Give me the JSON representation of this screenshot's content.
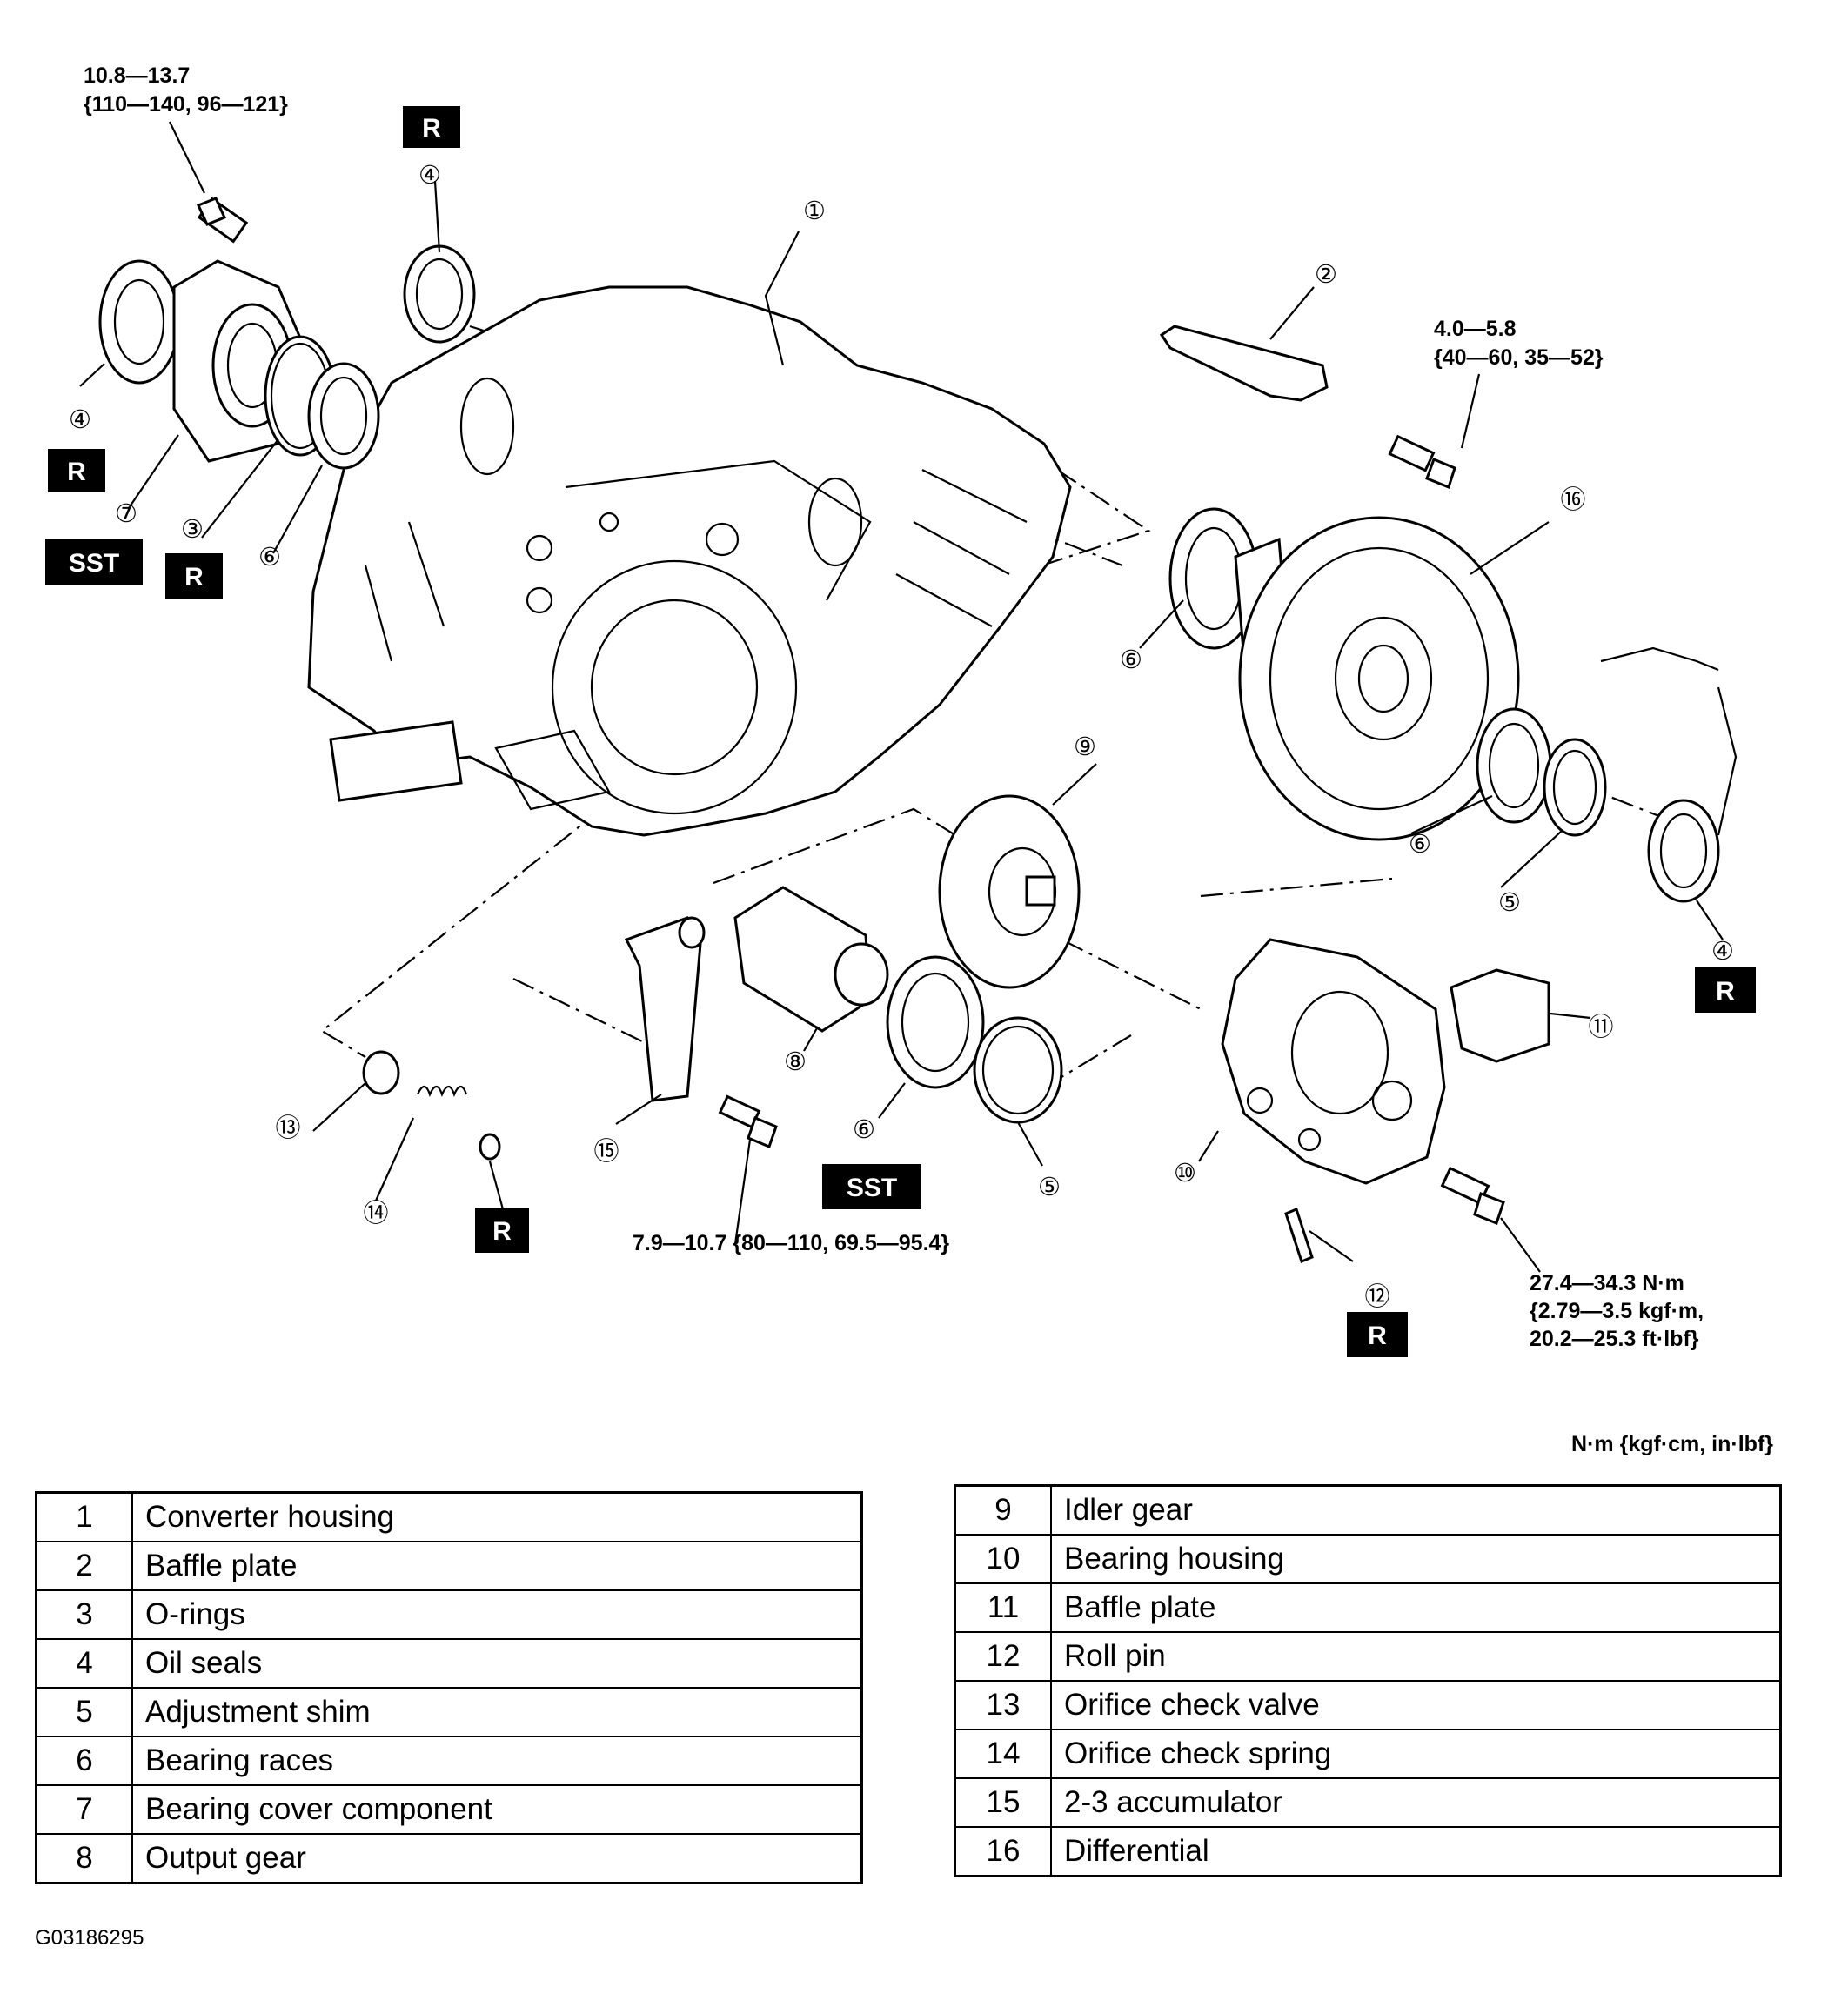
{
  "torque": {
    "bearing_cover_bolt": {
      "line1": "10.8—13.7",
      "line2": "{110—140, 96—121}"
    },
    "baffle_plate_bolt": {
      "line1": "4.0—5.8",
      "line2": "{40—60, 35—52}"
    },
    "accumulator_bolt": {
      "line1": "7.9—10.7 {80—110, 69.5—95.4}"
    },
    "bearing_housing_bolt": {
      "line1": "27.4—34.3 N·m",
      "line2": "{2.79—3.5 kgf·m,",
      "line3": "20.2—25.3 ft·lbf}"
    }
  },
  "tags": {
    "replace": "R",
    "special_tool": "SST"
  },
  "callouts": {
    "c1": "①",
    "c2": "②",
    "c3": "③",
    "c4": "④",
    "c5": "⑤",
    "c6": "⑥",
    "c7": "⑦",
    "c8": "⑧",
    "c9": "⑨",
    "c10": "⑩",
    "c11": "⑪",
    "c12": "⑫",
    "c13": "⑬",
    "c14": "⑭",
    "c15": "⑮",
    "c16": "⑯"
  },
  "units_note": "N·m {kgf·cm, in·lbf}",
  "parts_left": [
    {
      "no": "1",
      "name": "Converter housing"
    },
    {
      "no": "2",
      "name": "Baffle plate"
    },
    {
      "no": "3",
      "name": "O-rings"
    },
    {
      "no": "4",
      "name": "Oil seals"
    },
    {
      "no": "5",
      "name": "Adjustment shim"
    },
    {
      "no": "6",
      "name": "Bearing races"
    },
    {
      "no": "7",
      "name": "Bearing cover component"
    },
    {
      "no": "8",
      "name": "Output gear"
    }
  ],
  "parts_right": [
    {
      "no": "9",
      "name": "Idler gear"
    },
    {
      "no": "10",
      "name": "Bearing housing"
    },
    {
      "no": "11",
      "name": "Baffle plate"
    },
    {
      "no": "12",
      "name": "Roll pin"
    },
    {
      "no": "13",
      "name": "Orifice check valve"
    },
    {
      "no": "14",
      "name": "Orifice check spring"
    },
    {
      "no": "15",
      "name": "2-3 accumulator"
    },
    {
      "no": "16",
      "name": "Differential"
    }
  ],
  "figure_id": "G03186295"
}
